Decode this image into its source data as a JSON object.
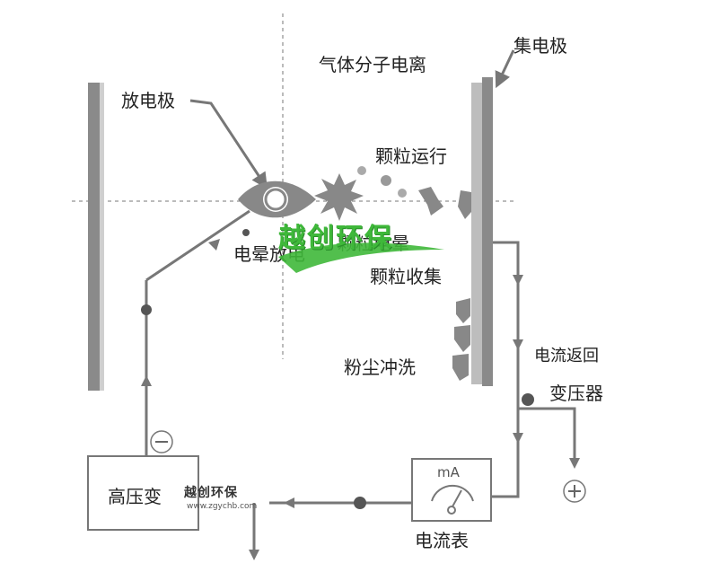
{
  "labels": {
    "collector": "集电极",
    "ionization": "气体分子电离",
    "emitter": "放电极",
    "particle_travel": "颗粒运行",
    "corona_discharge": "电晕放电",
    "particle_corona": "颗粒电晕",
    "particle_collect": "颗粒收集",
    "dust_wash": "粉尘冲洗",
    "current_return": "电流返回",
    "transformer": "变压器",
    "high_voltage": "高压变",
    "ammeter": "电流表",
    "ammeter_unit": "mA"
  },
  "symbols": {
    "negative": "⊖",
    "positive": "⊕"
  },
  "watermark": {
    "brand": "越创环保",
    "brand_small": "越创环保",
    "url": "www.zgychb.com"
  },
  "colors": {
    "line": "#777777",
    "plate_dark": "#8a8a8a",
    "plate_light": "#c4c4c4",
    "wm_green": "#3fb83a",
    "wm_green_dark": "#2a8f2a"
  }
}
